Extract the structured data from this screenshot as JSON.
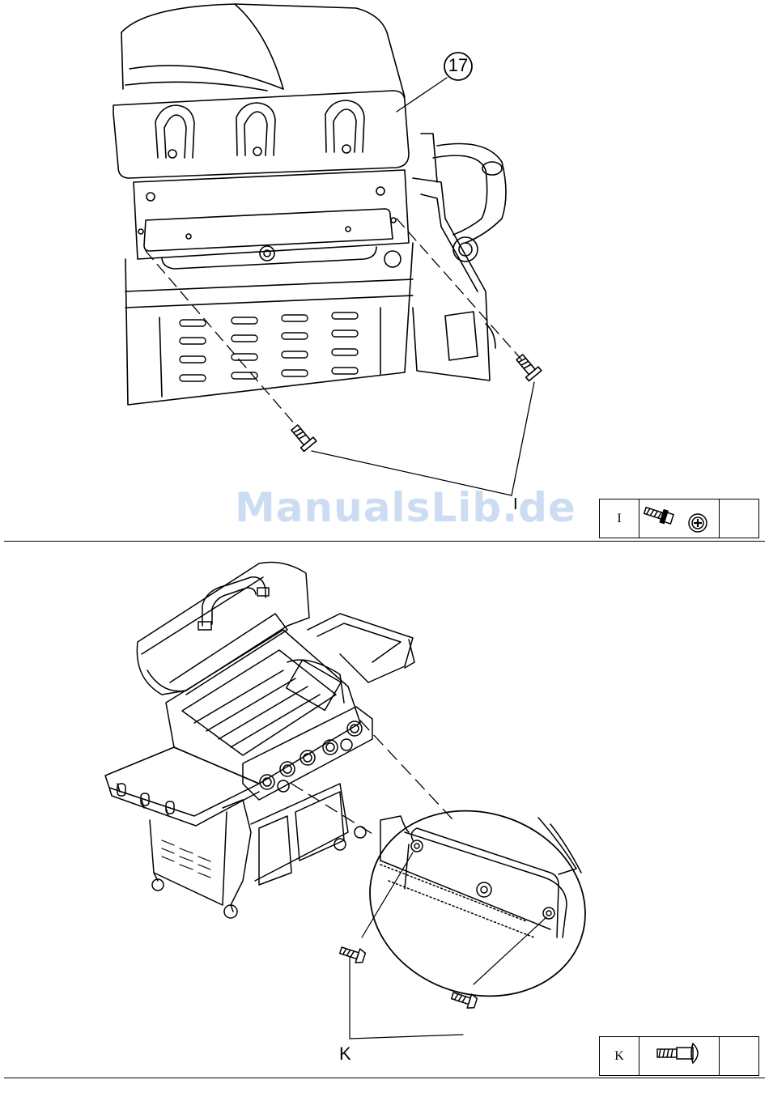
{
  "step_top": {
    "part_number": "17",
    "fastener_label": "I",
    "table": {
      "label": "I",
      "qty": ""
    }
  },
  "step_bottom": {
    "fastener_label": "K",
    "table": {
      "label": "K",
      "qty": ""
    }
  },
  "watermark": "ManualsLib.de"
}
